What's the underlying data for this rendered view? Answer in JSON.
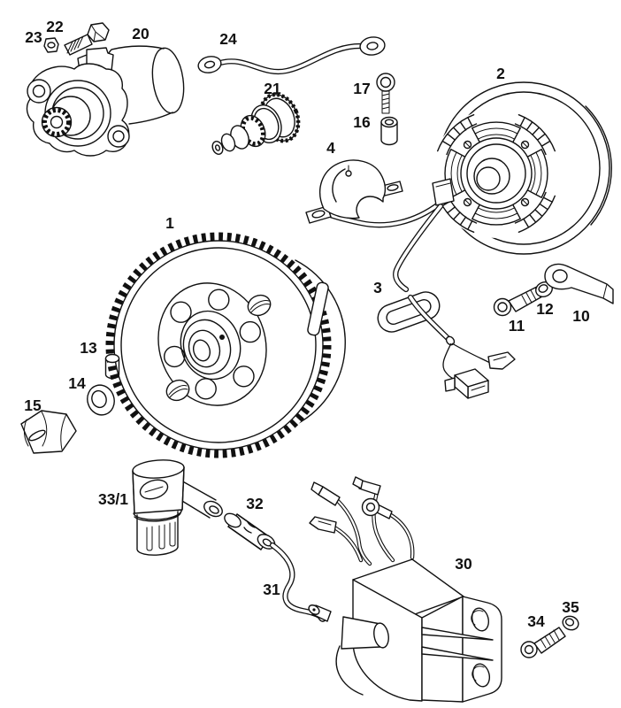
{
  "figure": {
    "kind": "exploded-parts-diagram",
    "subject": "engine electric start and ignition components",
    "background_color": "#ffffff",
    "line_color": "#111111"
  },
  "parts": [
    {
      "label": "1",
      "name": "flywheel-rotor"
    },
    {
      "label": "2",
      "name": "stator"
    },
    {
      "label": "3",
      "name": "wiring-harness-grommet"
    },
    {
      "label": "4",
      "name": "cable-clamp"
    },
    {
      "label": "10",
      "name": "holding-plate"
    },
    {
      "label": "11",
      "name": "socket-bolt"
    },
    {
      "label": "12",
      "name": "washer"
    },
    {
      "label": "13",
      "name": "dowel-pin"
    },
    {
      "label": "14",
      "name": "washer"
    },
    {
      "label": "15",
      "name": "collar-nut"
    },
    {
      "label": "16",
      "name": "spacer-bushing"
    },
    {
      "label": "17",
      "name": "screw"
    },
    {
      "label": "20",
      "name": "electric-starter-motor"
    },
    {
      "label": "21",
      "name": "starter-drive-pinion"
    },
    {
      "label": "22",
      "name": "bolt"
    },
    {
      "label": "23",
      "name": "nut"
    },
    {
      "label": "24",
      "name": "ground-strap"
    },
    {
      "label": "30",
      "name": "ignition-coil"
    },
    {
      "label": "31",
      "name": "spark-plug-wire"
    },
    {
      "label": "32",
      "name": "connector-sleeve"
    },
    {
      "label": "33/1",
      "name": "spark-plug-cap"
    },
    {
      "label": "34",
      "name": "socket-bolt"
    },
    {
      "label": "35",
      "name": "washer"
    }
  ]
}
